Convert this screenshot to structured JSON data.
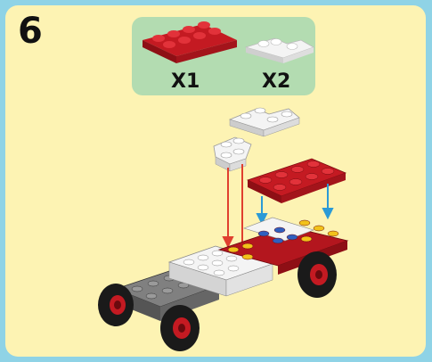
{
  "step_number": "6",
  "parts_callout": {
    "items": [
      {
        "quantity_label": "X1",
        "part": "red-2x4-plate-icon",
        "color": "#b3161e"
      },
      {
        "quantity_label": "X2",
        "part": "white-corner-plate-icon",
        "color": "#f2f2f2"
      }
    ]
  },
  "colors": {
    "frame": "#8fd3e6",
    "panel": "#fdf3b3",
    "callout": "#b3dcb1",
    "arrow_red": "#e0402f",
    "arrow_blue": "#2b9ad6",
    "brick_red": "#b3161e",
    "brick_white": "#f2f2f2",
    "brick_gray": "#6b6b6b",
    "stud_yellow": "#f2c21a",
    "stud_blue": "#2f5fbf"
  }
}
